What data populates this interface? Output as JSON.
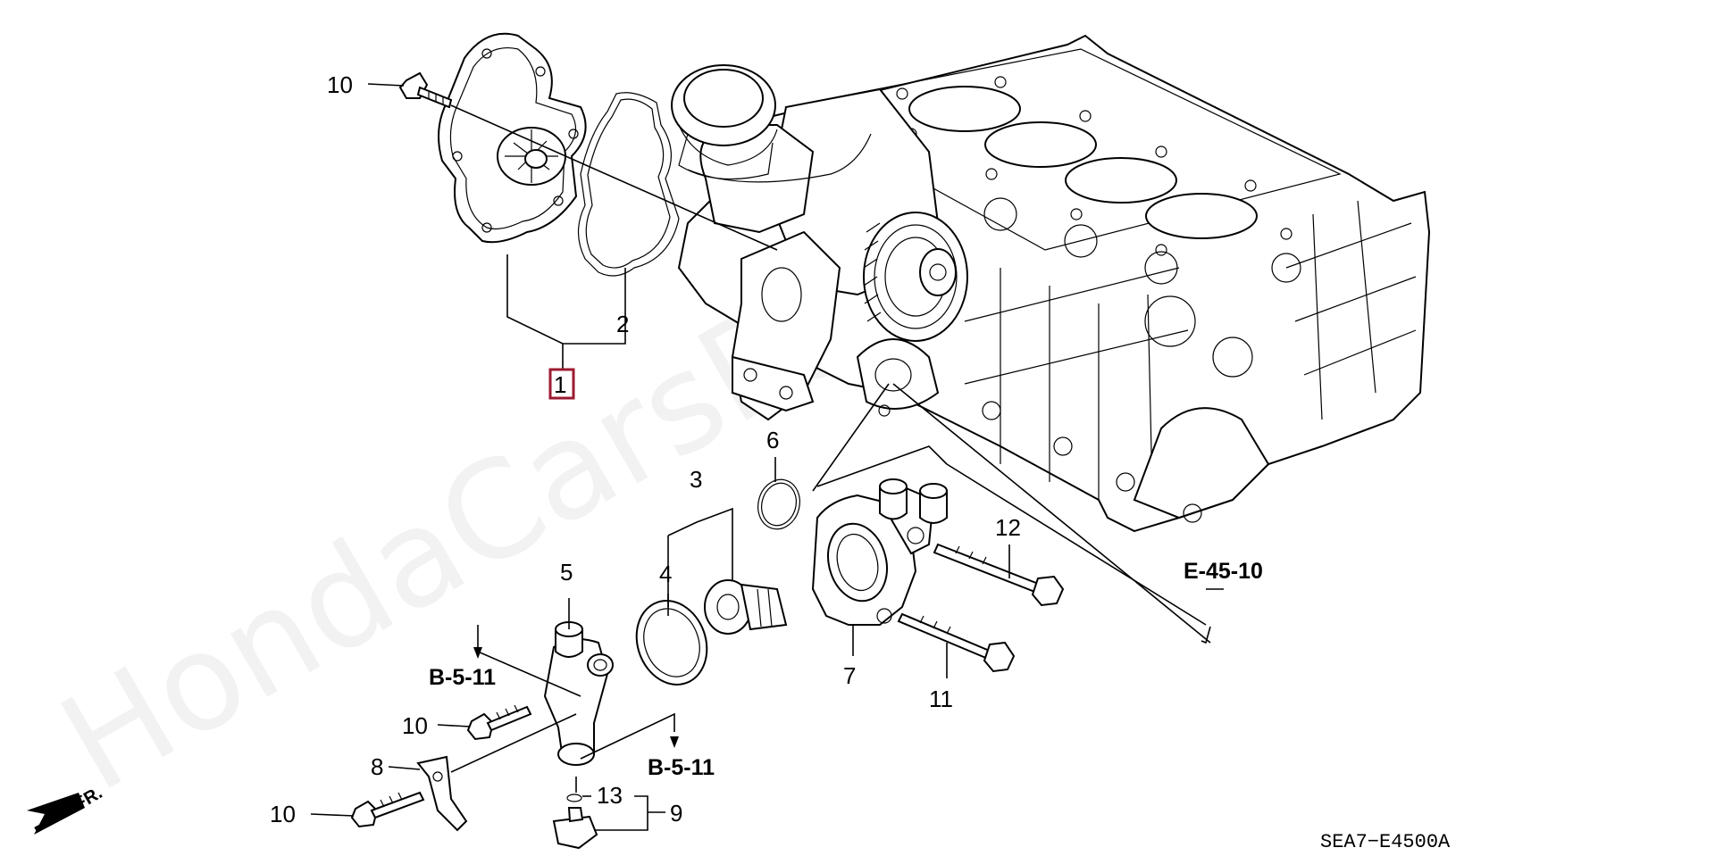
{
  "watermark": "HondaCarsParts.ru",
  "diagram_code": "SEA7−E4500A",
  "front_label": "FR.",
  "refs": {
    "b511_upper": "B-5-11",
    "b511_lower": "B-5-11",
    "e4510": "E-45-10"
  },
  "callouts": {
    "p1": "1",
    "p2": "2",
    "p3": "3",
    "p4": "4",
    "p5": "5",
    "p6": "6",
    "p7": "7",
    "p8": "8",
    "p9": "9",
    "p10a": "10",
    "p10b": "10",
    "p10c": "10",
    "p11": "11",
    "p12": "12",
    "p13": "13"
  },
  "colors": {
    "highlight_box": "#9c1b30",
    "line": "#000000"
  }
}
